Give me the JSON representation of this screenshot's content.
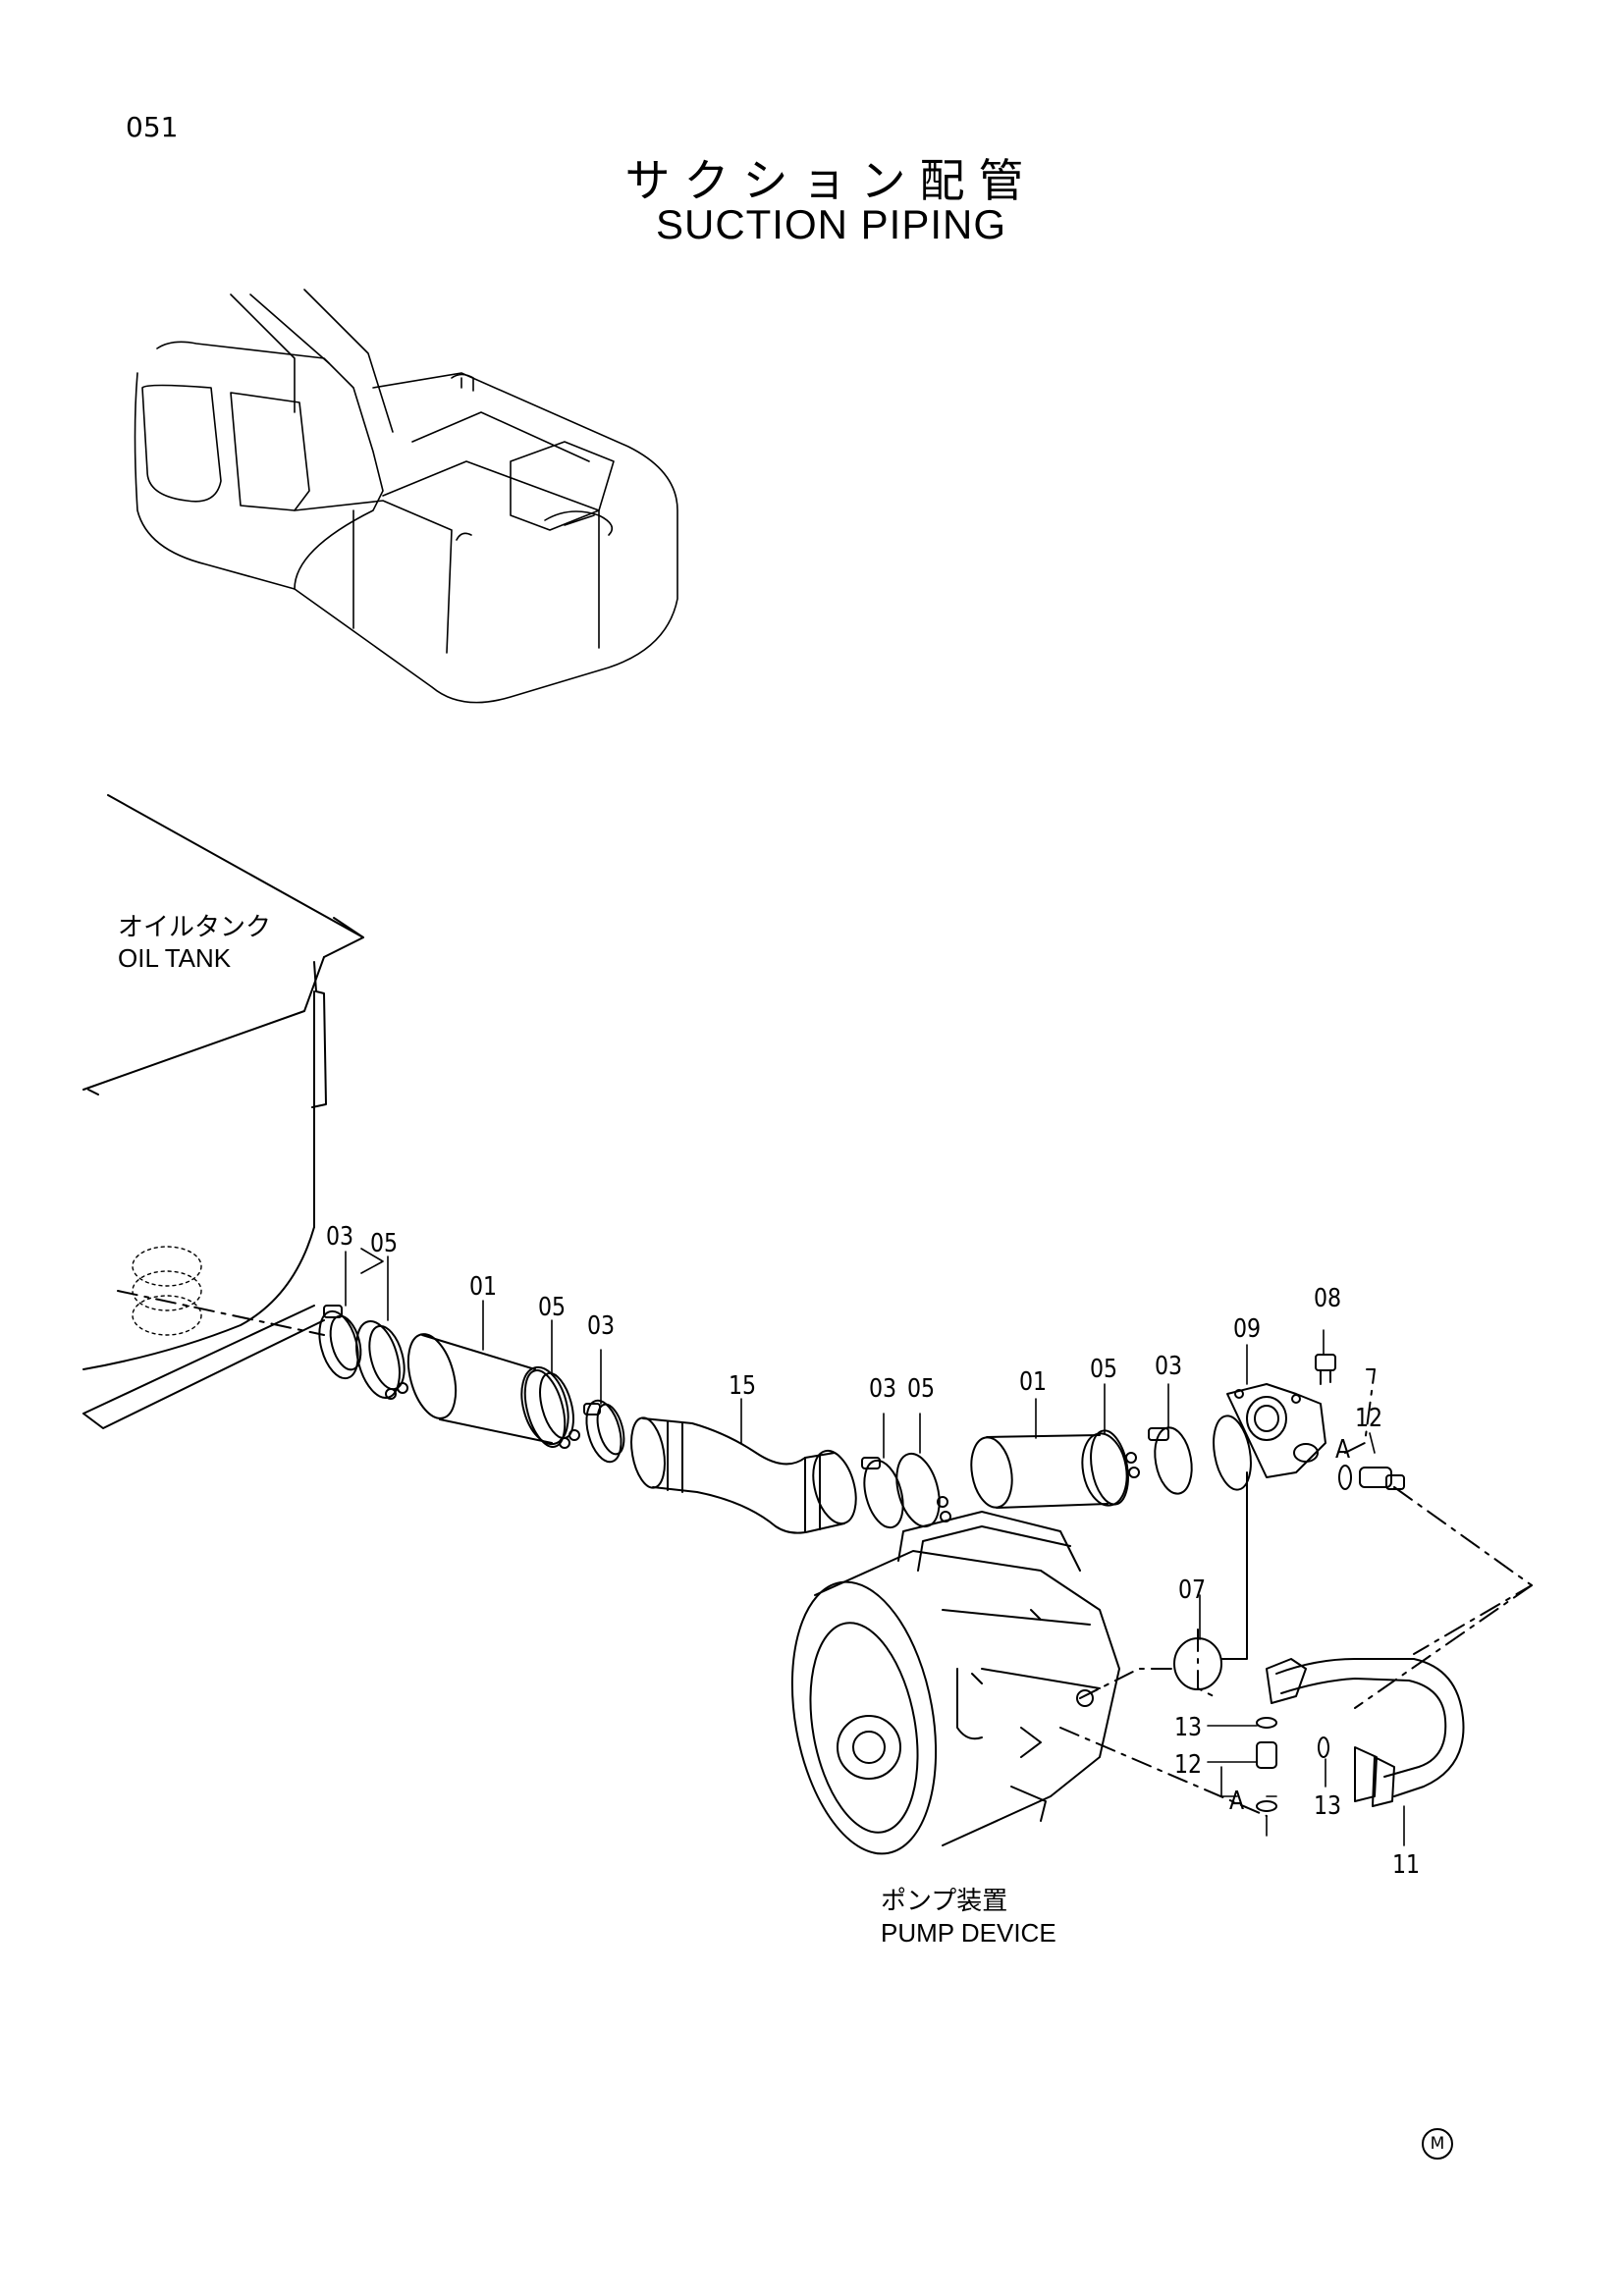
{
  "page": {
    "number": "051",
    "title_ja": "サクション配管",
    "title_en": "SUCTION PIPING",
    "mark": "M"
  },
  "labels": {
    "oil_tank_ja": "オイルタンク",
    "oil_tank_en": "OIL TANK",
    "pump_ja": "ポンプ装置",
    "pump_en": "PUMP DEVICE"
  },
  "parts": [
    {
      "id": "p03a",
      "text": "03"
    },
    {
      "id": "p05a",
      "text": "05"
    },
    {
      "id": "p01a",
      "text": "01"
    },
    {
      "id": "p05b",
      "text": "05"
    },
    {
      "id": "p03b",
      "text": "03"
    },
    {
      "id": "p15",
      "text": "15"
    },
    {
      "id": "p03c",
      "text": "03"
    },
    {
      "id": "p05c",
      "text": "05"
    },
    {
      "id": "p01b",
      "text": "01"
    },
    {
      "id": "p05d",
      "text": "05"
    },
    {
      "id": "p03d",
      "text": "03"
    },
    {
      "id": "p09",
      "text": "09"
    },
    {
      "id": "p08",
      "text": "08"
    },
    {
      "id": "p12a",
      "text": "12"
    },
    {
      "id": "pA1",
      "text": "A"
    },
    {
      "id": "p07",
      "text": "07"
    },
    {
      "id": "p13a",
      "text": "13"
    },
    {
      "id": "p12b",
      "text": "12"
    },
    {
      "id": "pA2",
      "text": "A"
    },
    {
      "id": "p13b",
      "text": "13"
    },
    {
      "id": "p11",
      "text": "11"
    }
  ]
}
